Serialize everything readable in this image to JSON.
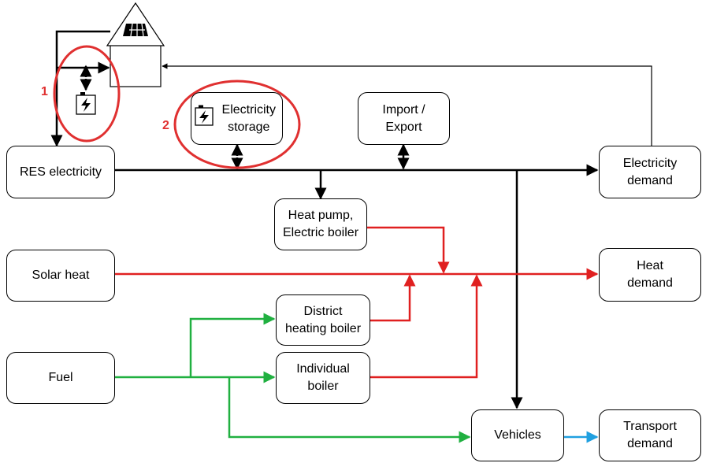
{
  "nodes": {
    "res_electricity": "RES electricity",
    "solar_heat": "Solar heat",
    "fuel": "Fuel",
    "electricity_storage": "Electricity\nstorage",
    "import_export": "Import /\nExport",
    "heat_pump": "Heat pump,\nElectric boiler",
    "district_heating_boiler": "District\nheating boiler",
    "individual_boiler": "Individual\nboiler",
    "vehicles": "Vehicles",
    "electricity_demand": "Electricity\ndemand",
    "heat_demand": "Heat\ndemand",
    "transport_demand": "Transport\ndemand"
  },
  "markers": {
    "one": "1",
    "two": "2"
  },
  "colors": {
    "electricity": "#000000",
    "heat": "#e02020",
    "fuel": "#20b040",
    "transport": "#20a0e0",
    "highlight": "#e03030"
  },
  "icons": [
    "house-with-solar-panel-icon",
    "battery-icon"
  ]
}
